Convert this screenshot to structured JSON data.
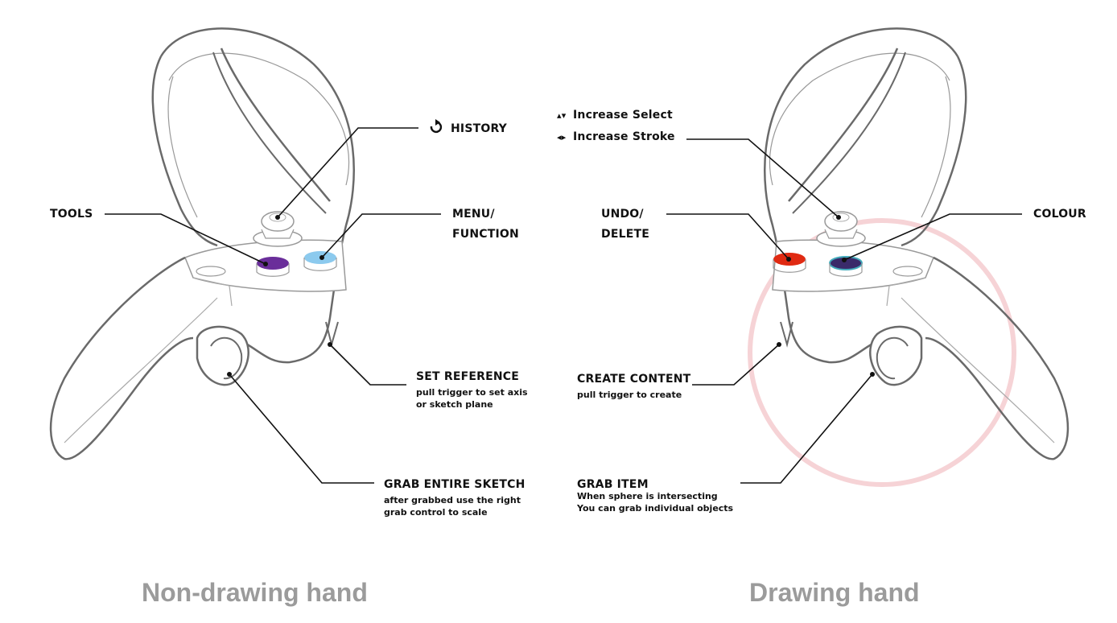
{
  "left_hand": {
    "caption": "Non-drawing hand",
    "labels": {
      "history": "HISTORY",
      "tools": "TOOLS",
      "menu_line1": "MENU/",
      "menu_line2": "FUNCTION",
      "set_reference": "SET REFERENCE",
      "set_reference_sub1": "pull trigger to set axis",
      "set_reference_sub2": "or sketch plane",
      "grab_sketch": "GRAB ENTIRE SKETCH",
      "grab_sketch_sub1": "after grabbed use the right",
      "grab_sketch_sub2": "grab control to scale"
    },
    "button_colors": {
      "tools": "#6a2e9a",
      "menu": "#8ccaee"
    }
  },
  "right_hand": {
    "caption": "Drawing hand",
    "labels": {
      "increase_select": "Increase Select",
      "increase_stroke": "Increase Stroke",
      "undo_line1": "UNDO/",
      "undo_line2": "DELETE",
      "colour": "COLOUR",
      "create_content": "CREATE CONTENT",
      "create_content_sub": "pull trigger to create",
      "grab_item": "GRAB ITEM",
      "grab_item_sub1": "When sphere is intersecting",
      "grab_item_sub2": "You can grab individual objects"
    },
    "button_colors": {
      "undo": "#e02a12",
      "colour": "#3a2a6a"
    },
    "sphere_color": "#f6d3d6"
  }
}
